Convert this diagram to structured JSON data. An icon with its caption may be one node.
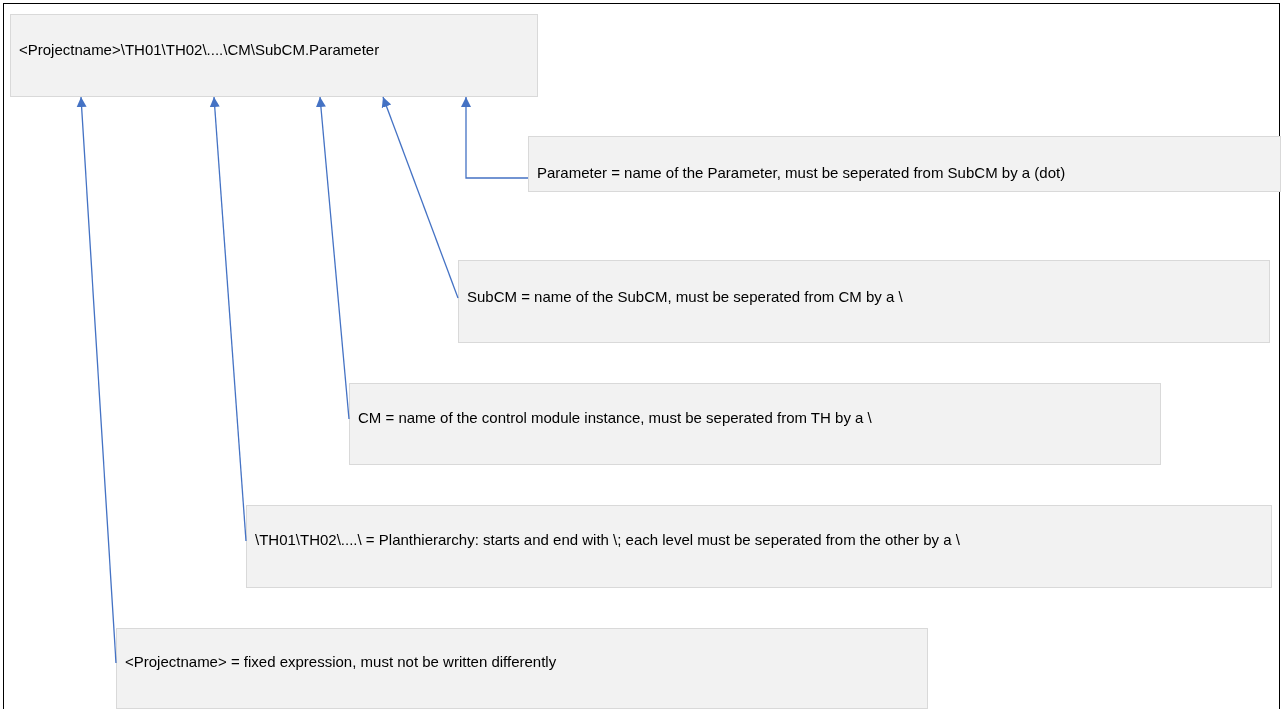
{
  "diagram": {
    "nodes": [
      {
        "text": [
          "<Projectname>\\TH01\\TH02\\....\\CM\\SubCM.Parameter"
        ]
      },
      {
        "text": [
          "Parameter = name of the Parameter, must be seperated from SubCM by a (dot)"
        ]
      },
      {
        "text": [
          "SubCM = name of the SubCM, must be seperated from CM by a \\"
        ]
      },
      {
        "text": [
          "CM = name of the control module instance, must be seperated from TH by a \\"
        ]
      },
      {
        "text": [
          "\\TH01\\TH02\\....\\ = Planthierarchy: starts and end with \\; each level must be seperated from the other by a \\"
        ]
      },
      {
        "text": [
          "<Projectname> = fixed expression, must not be written differently"
        ]
      }
    ],
    "edges": [
      {
        "from": 1,
        "to": 0,
        "arrow": "to"
      },
      {
        "from": 2,
        "to": 0,
        "arrow": "to"
      },
      {
        "from": 3,
        "to": 0,
        "arrow": "to"
      },
      {
        "from": 4,
        "to": 0,
        "arrow": "to"
      },
      {
        "from": 5,
        "to": 0,
        "arrow": "to"
      }
    ]
  }
}
